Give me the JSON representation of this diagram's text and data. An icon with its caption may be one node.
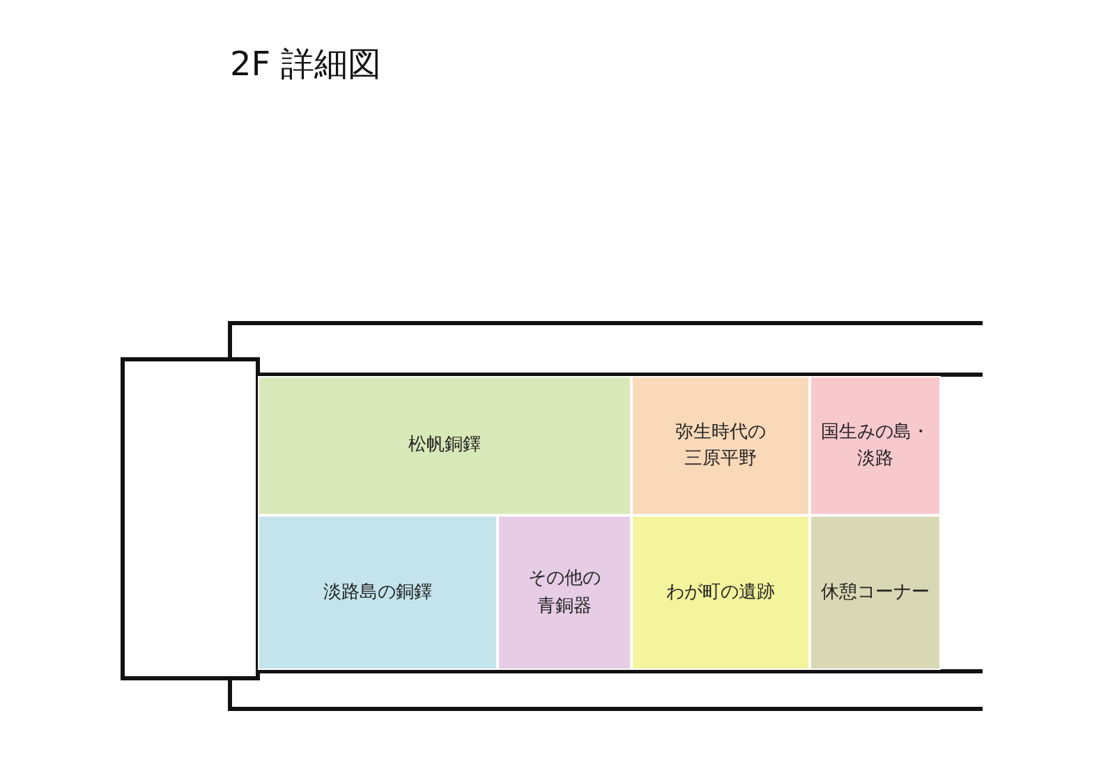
{
  "diagram": {
    "title": "2F 詳細図",
    "nodes": [
      {
        "text": [
          "松帆銅鐸"
        ]
      },
      {
        "text": [
          "弥生時代の三原平野"
        ]
      },
      {
        "text": [
          "国生みの島・淡路"
        ]
      },
      {
        "text": [
          "淡路島の銅鐸"
        ]
      },
      {
        "text": [
          "その他の青銅器"
        ]
      },
      {
        "text": [
          "わが町の遺跡"
        ]
      },
      {
        "text": [
          "休憩コーナー"
        ]
      }
    ],
    "edges": []
  }
}
